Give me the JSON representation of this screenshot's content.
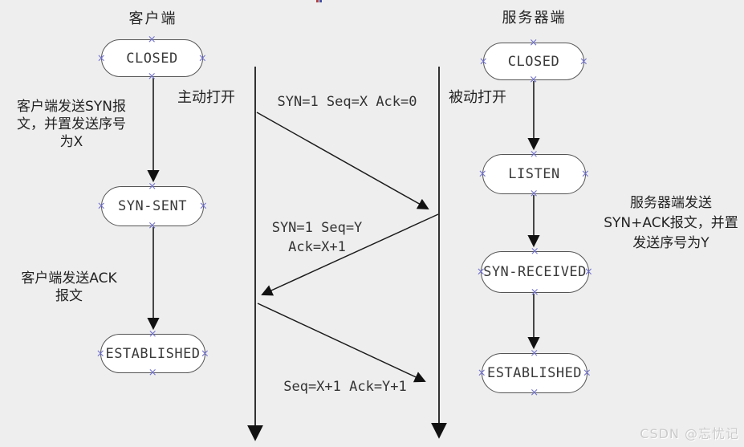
{
  "colors": {
    "background": "#eeeeee",
    "node_fill": "#ffffff",
    "node_border": "#555555",
    "connector_mark": "#7373cf",
    "line": "#1c1c1c",
    "watermark": "#cbcbcb"
  },
  "client": {
    "title": "客户端",
    "open_label": "主动打开",
    "states": [
      {
        "label": "CLOSED"
      },
      {
        "label": "SYN-SENT"
      },
      {
        "label": "ESTABLISHED"
      }
    ],
    "notes": [
      {
        "lines": [
          "客户端发送SYN报",
          "文，并置发送序号",
          "为X"
        ]
      },
      {
        "lines": [
          "客户端发送ACK",
          "报文"
        ]
      }
    ]
  },
  "server": {
    "title": "服务器端",
    "open_label": "被动打开",
    "states": [
      {
        "label": "CLOSED"
      },
      {
        "label": "LISTEN"
      },
      {
        "label": "SYN-RECEIVED"
      },
      {
        "label": "ESTABLISHED"
      }
    ],
    "notes": [
      {
        "lines": [
          "服务器端发送",
          "SYN+ACK报文，并置",
          "发送序号为Y"
        ]
      }
    ]
  },
  "messages": [
    {
      "lines": [
        "SYN=1 Seq=X Ack=0"
      ]
    },
    {
      "lines": [
        "SYN=1  Seq=Y",
        "Ack=X+1"
      ]
    },
    {
      "lines": [
        "Seq=X+1 Ack=Y+1"
      ]
    }
  ],
  "watermark": {
    "text": "CSDN @忘忧记"
  },
  "marker_glyph": "×"
}
